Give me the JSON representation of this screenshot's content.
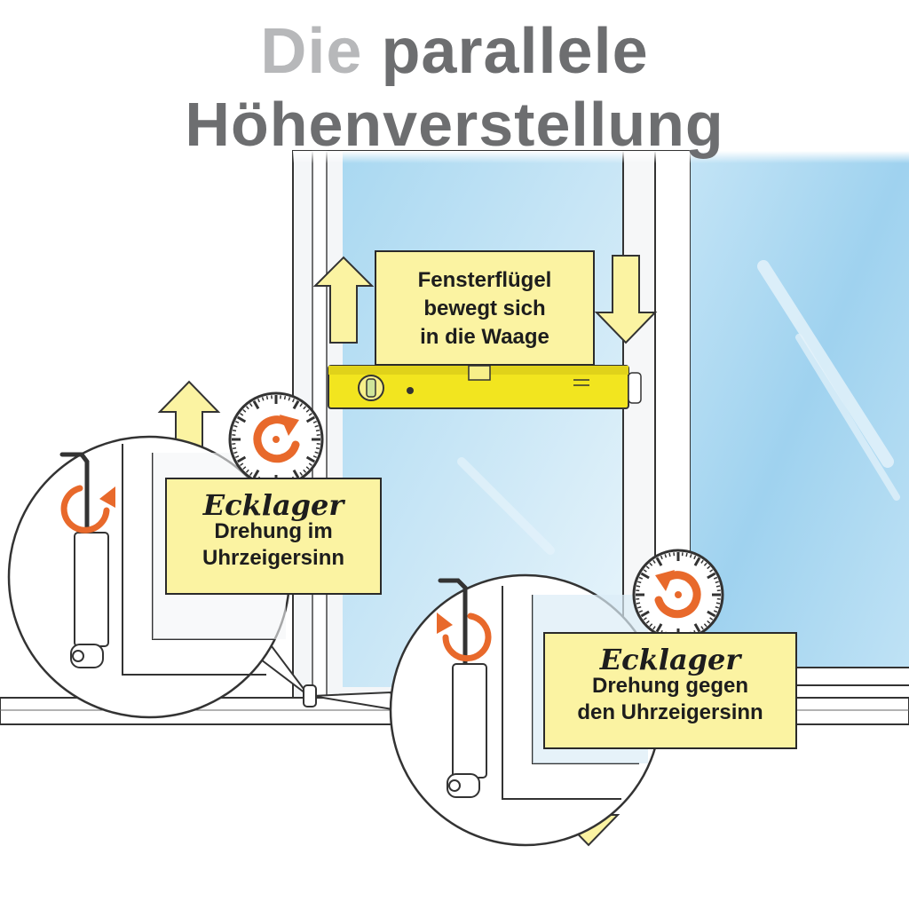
{
  "title": {
    "word_light": "Die",
    "word_dark": "parallele",
    "line2": "Höhenverstellung"
  },
  "labels": {
    "top": {
      "lines": [
        "Fensterflügel",
        "bewegt sich",
        "in die Waage"
      ]
    },
    "left": {
      "heading": "Ecklager",
      "lines": [
        "Drehung im",
        "Uhrzeigersinn"
      ]
    },
    "right": {
      "heading": "Ecklager",
      "lines": [
        "Drehung gegen",
        "den Uhrzeigersinn"
      ]
    }
  },
  "colors": {
    "arrow_fill": "#fbf3a2",
    "rotation_orange": "#e8692b",
    "level_yellow": "#f2e51f",
    "glass_blue": "#b8def3",
    "title_gray": "#6d6e70"
  },
  "icons": [
    "clockwise-dial-icon",
    "counterclockwise-dial-icon",
    "up-arrow-icon",
    "down-arrow-icon",
    "spirit-level-icon",
    "allen-key-icon"
  ]
}
